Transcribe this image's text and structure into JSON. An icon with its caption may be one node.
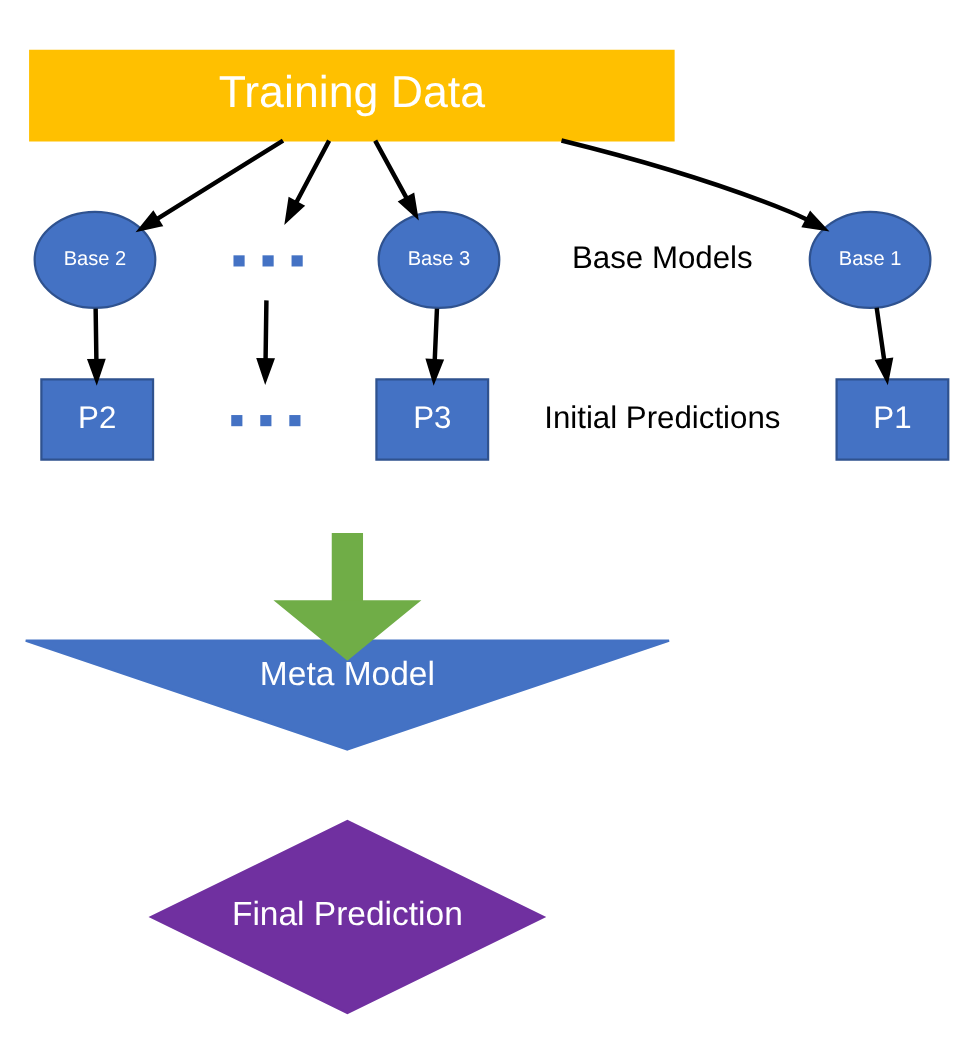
{
  "diagram": {
    "nodes": [
      {
        "text": [
          "Training Data"
        ]
      },
      {
        "text": [
          "Base 1"
        ]
      },
      {
        "text": [
          "Base 2"
        ]
      },
      {
        "text": [],
        "shape": "box"
      },
      {
        "text": [
          "Base 3"
        ]
      },
      {
        "text": [
          "P1"
        ]
      },
      {
        "text": [
          "P2"
        ]
      },
      {
        "text": [],
        "shape": "box"
      },
      {
        "text": [
          "P3"
        ]
      },
      {
        "text": [
          "Meta Model"
        ]
      },
      {
        "text": [
          "Final Prediction"
        ]
      }
    ],
    "edges": [
      {
        "from": 0,
        "to": 1,
        "arrow": "to"
      },
      {
        "from": 0,
        "to": 2,
        "arrow": "to"
      },
      {
        "from": 0,
        "to": 3,
        "arrow": "to"
      },
      {
        "from": 0,
        "to": 4,
        "arrow": "to"
      },
      {
        "from": 1,
        "to": 5,
        "arrow": "to"
      },
      {
        "from": 2,
        "to": 6,
        "arrow": "to"
      },
      {
        "from": 3,
        "to": 7,
        "arrow": "to"
      },
      {
        "from": 4,
        "to": 8,
        "arrow": "to"
      },
      {
        "from": null,
        "to": 9,
        "arrow": "to",
        "style": "thick",
        "color": "#70ad47"
      }
    ],
    "labels": [
      "Base Models",
      "Initial Predictions"
    ]
  }
}
